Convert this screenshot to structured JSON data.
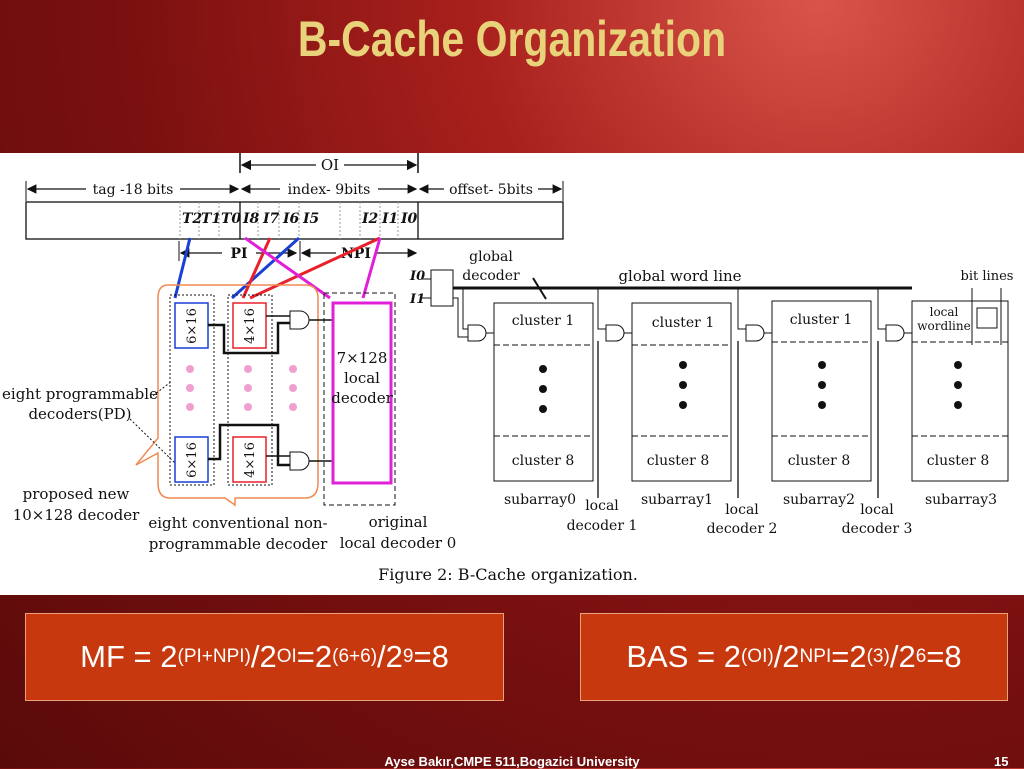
{
  "title": "B-Cache Organization",
  "figure": {
    "caption": "Figure 2: B-Cache organization.",
    "oi": "OI",
    "tag": "tag -18 bits",
    "index": "index- 9bits",
    "offset": "offset- 5bits",
    "bits": [
      "T2",
      "T1",
      "T0",
      "I8",
      "I7",
      "I6",
      "I5",
      "I2",
      "I1",
      "I0"
    ],
    "pi": "PI",
    "npi": "NPI",
    "global_decoder": [
      "global",
      "decoder"
    ],
    "global_wordline": "global word line",
    "bit_lines": "bit lines",
    "i0": "I0",
    "i1": "I1",
    "d6x16": "6×16",
    "d4x16": "4×16",
    "local_decoder_block": [
      "7×128",
      "local",
      "decoder"
    ],
    "epd": [
      "eight programmable",
      "decoders(PD)"
    ],
    "proposed": [
      "proposed new",
      "10×128 decoder"
    ],
    "ecnpd": [
      "eight conventional non-",
      "programmable decoder"
    ],
    "orig": [
      "original",
      "local decoder 0"
    ],
    "cluster1": "cluster 1",
    "cluster8": "cluster 8",
    "local_wordline": [
      "local",
      "wordline"
    ],
    "subarrays": [
      "subarray0",
      "subarray1",
      "subarray2",
      "subarray3"
    ],
    "local_decoders": [
      [
        "local",
        "decoder 1"
      ],
      [
        "local",
        "decoder 2"
      ],
      [
        "local",
        "decoder 3"
      ]
    ]
  },
  "formulas": {
    "mf": {
      "a": "MF = 2",
      "b": "(PI+NPI)",
      "c": "/2",
      "d": "OI",
      "e": " =2",
      "f": "(6+6)",
      "g": "/2",
      "h": "9",
      "i": "=8"
    },
    "bas": {
      "a": "BAS = 2",
      "b": "(OI)",
      "c": "/2",
      "d": "NPI",
      "e": " =2",
      "f": "(3)",
      "g": "/2",
      "h": "6",
      "i": "=8"
    }
  },
  "footer": "Ayse Bakır,CMPE 511,Bogazici University",
  "page_number": "15"
}
